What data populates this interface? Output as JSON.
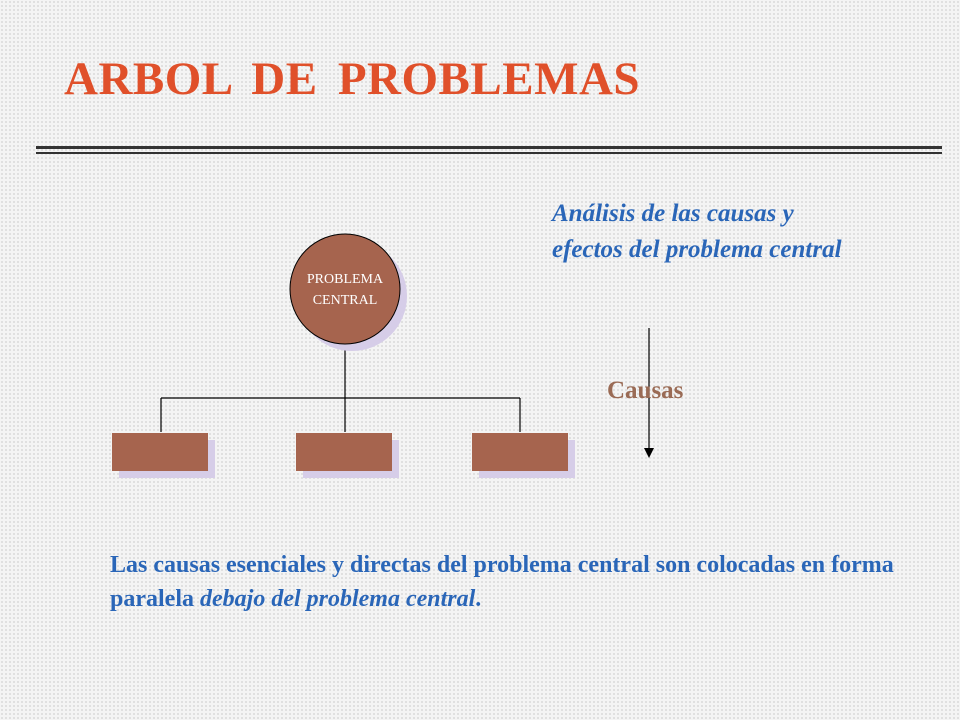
{
  "title": "ARBOL  DE PROBLEMAS",
  "subtitle": {
    "line1": "Análisis de las causas  y",
    "line2": "efectos del problema central"
  },
  "diagram": {
    "central_node": {
      "line1": "PROBLEMA",
      "line2": "CENTRAL"
    },
    "cause_boxes": 3,
    "colors": {
      "node_fill": "#a6644e",
      "node_shadow": "#d6cde8",
      "line": "#000000"
    }
  },
  "arrow_label": "Causas",
  "body": {
    "part1": "Las causas esenciales y directas del problema central son colocadas en forma paralela ",
    "part2_italic": "debajo del problema central",
    "part3": "."
  },
  "colors": {
    "title": "#e0502a",
    "accent_text": "#2a66b8",
    "causas_label": "#9a6b55"
  }
}
